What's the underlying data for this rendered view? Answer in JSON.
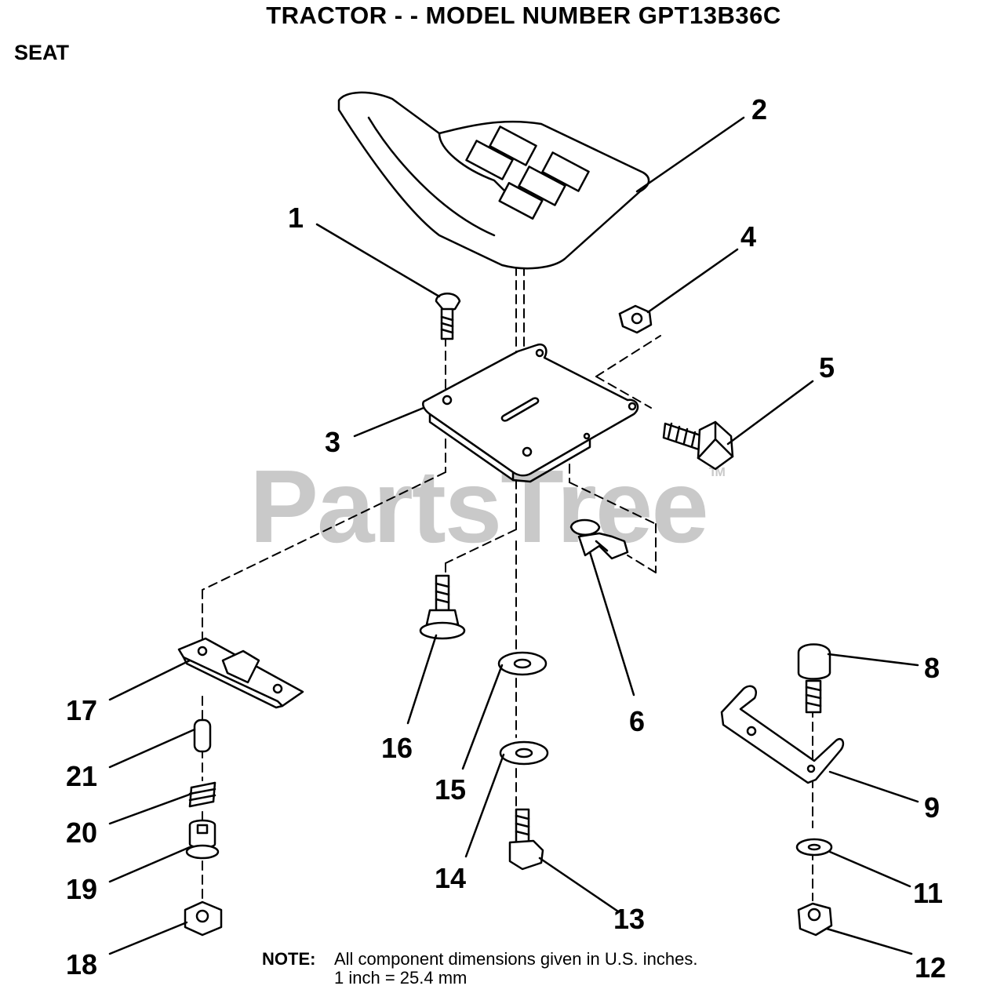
{
  "header": {
    "title": "TRACTOR  - - MODEL NUMBER GPT13B36C",
    "section": "SEAT"
  },
  "watermark": {
    "text": "PartsTree",
    "mark": "TM"
  },
  "callouts": {
    "c1": "1",
    "c2": "2",
    "c3": "3",
    "c4": "4",
    "c5": "5",
    "c6": "6",
    "c8": "8",
    "c9": "9",
    "c11": "11",
    "c12": "12",
    "c13": "13",
    "c14": "14",
    "c15": "15",
    "c16": "16",
    "c17": "17",
    "c18": "18",
    "c19": "19",
    "c20": "20",
    "c21": "21"
  },
  "note": {
    "label": "NOTE:",
    "line1": "All component dimensions given in U.S. inches.",
    "line2": "1 inch = 25.4 mm"
  }
}
